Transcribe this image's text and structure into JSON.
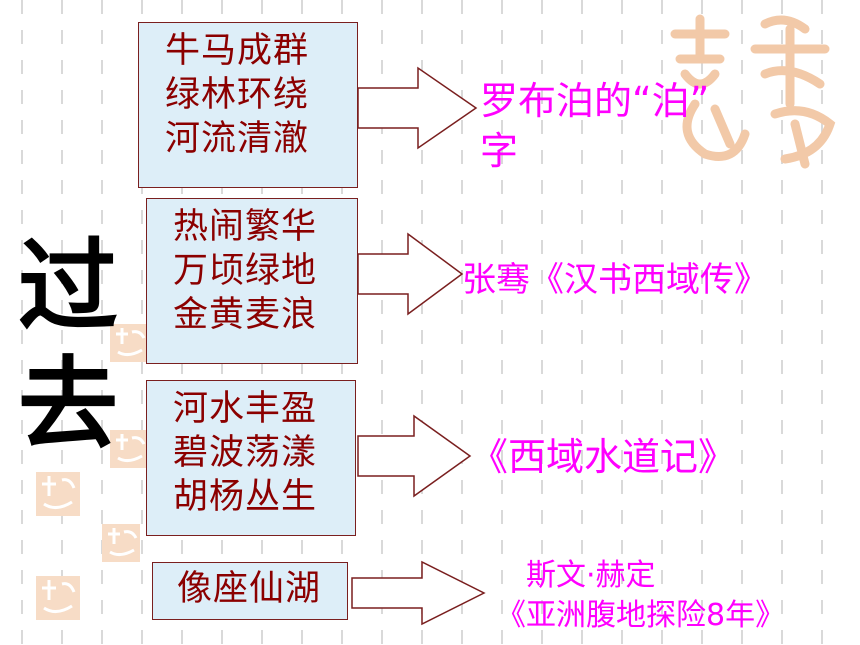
{
  "title": {
    "char1": "过",
    "char2": "去"
  },
  "groups": [
    {
      "lines": [
        "牛马成群",
        "绿林环绕",
        "河流清澈"
      ],
      "caption_line1": "罗布泊的“泊”",
      "caption_line2": "字"
    },
    {
      "lines": [
        "热闹繁华",
        "万顷绿地",
        "金黄麦浪"
      ],
      "caption_line1": "张骞《汉书西域传》"
    },
    {
      "lines": [
        "河水丰盈",
        "碧波荡漾",
        "胡杨丛生"
      ],
      "caption_line1": "《西域水道记》"
    },
    {
      "lines": [
        "像座仙湖"
      ],
      "caption_line1": "斯文·赫定",
      "caption_line2": "《亚洲腹地探险8年》"
    }
  ],
  "colors": {
    "box_fill": "#ddeef8",
    "box_text": "#8b0000",
    "caption": "#ff00ff",
    "seal": "#f2c9a8"
  }
}
